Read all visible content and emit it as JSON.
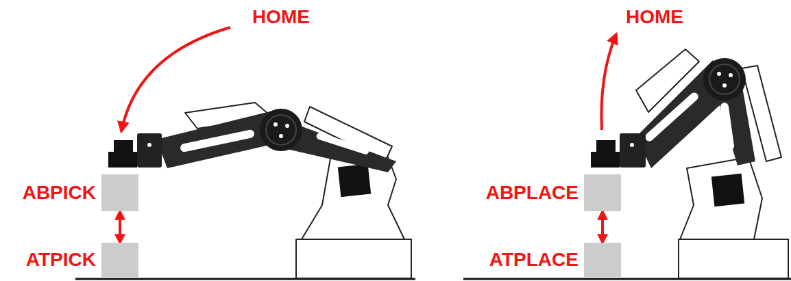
{
  "diagram": {
    "nodes": [
      {
        "text": [
          "ABPICK"
        ]
      },
      {
        "text": [
          "ATPICK"
        ]
      },
      {
        "text": [
          "ABPLACE"
        ]
      },
      {
        "text": [
          "ATPLACE"
        ]
      }
    ],
    "edges": [
      {
        "from": 0,
        "to": 1,
        "arrow": "both"
      },
      {
        "from": 2,
        "to": 3,
        "arrow": "both"
      }
    ],
    "labels": [
      "HOME",
      "HOME"
    ]
  }
}
